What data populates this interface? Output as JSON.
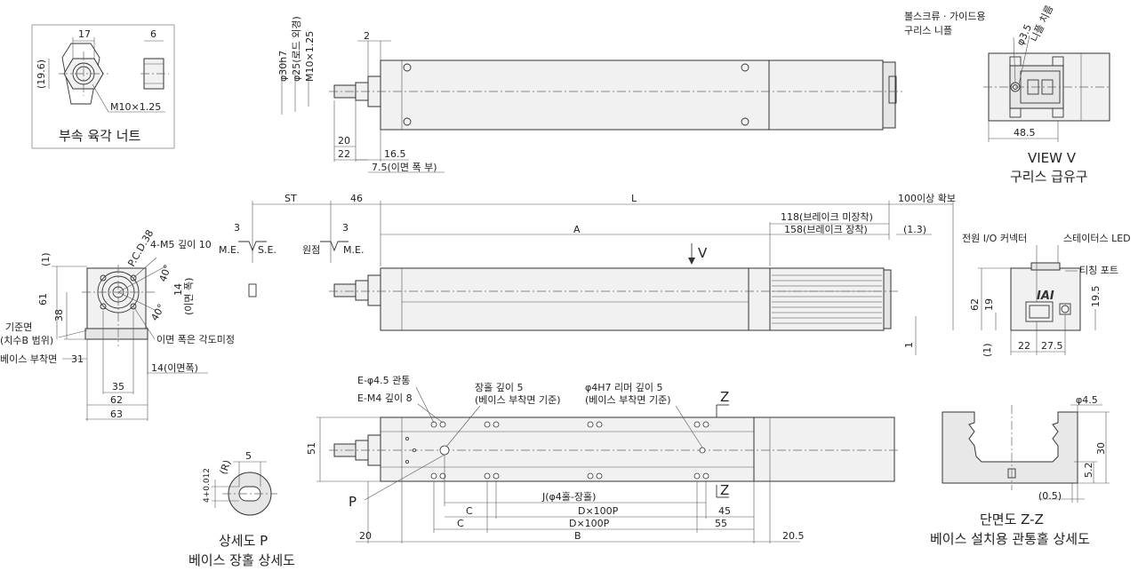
{
  "captions": {
    "nut": "부속 육각 너트",
    "view_v_title": "VIEW V",
    "view_v_sub": "구리스 급유구",
    "detail_p_title": "상세도 P",
    "detail_p_sub": "베이스 장홀 상세도",
    "section_title": "단면도 Z-Z",
    "section_sub": "베이스 설치용 관통홀 상세도"
  },
  "nut": {
    "d17": "17",
    "d6": "6",
    "d19_6": "(19.6)",
    "thread": "M10×1.25"
  },
  "top_view": {
    "phi30": "φ30h7",
    "phi25": "φ25(로드 외경)",
    "m10": "M10×1.25",
    "d2": "2",
    "d20": "20",
    "d22": "22",
    "d16_5": "16.5",
    "d7_5": "7.5(이면 폭 부)"
  },
  "view_v": {
    "grease_label_1": "볼스크류 · 가이드용",
    "grease_label_2": "구리스 니플",
    "nipple": "φ3.5",
    "nipple_note": "니플 치름",
    "d48_5": "48.5"
  },
  "side_view": {
    "st": "ST",
    "d46": "46",
    "l": "L",
    "clearance": "100이상 확보",
    "a": "A",
    "brake_none": "118(브레이크 미장착)",
    "brake_with": "158(브레이크 장착)",
    "d1_3": "(1.3)",
    "d3a": "3",
    "d3b": "3",
    "me": "M.E.",
    "se": "S.E.",
    "origin": "원점",
    "me2": "M.E.",
    "view_arrow": "V",
    "d1": "1"
  },
  "end_view": {
    "pcd": "P.C.D.38",
    "m5": "4-M5 깊이 10",
    "deg40a": "40°",
    "deg40b": "40°",
    "d14": "14",
    "back_face": "(이면 폭)",
    "d1": "(1)",
    "d61": "61",
    "d38": "38",
    "ref_face_1": "기준면",
    "ref_face_2": "(치수B 범위)",
    "base_mount": "베이스 부착면",
    "d31": "31",
    "back_note": "이면 폭은 각도미정",
    "d14b": "14(이면폭)",
    "d35": "35",
    "d62": "62",
    "d63": "63"
  },
  "motor_end": {
    "power": "전원 I/O 커넥터",
    "status": "스테이터스 LED",
    "teach": "티칭 포트",
    "logo": "IAI",
    "d62": "62",
    "d19": "19",
    "d19_5": "19.5",
    "d1": "(1)",
    "d22": "22",
    "d27_5": "27.5"
  },
  "bottom_view": {
    "e_phi": "E-φ4.5 관통",
    "e_m4": "E-M4 깊이 8",
    "slot_1": "장홀 깊이 5",
    "slot_2": "(베이스 부착면 기준)",
    "ream_1": "φ4H7 리머 깊이 5",
    "ream_2": "(베이스 부착면 기준)",
    "z_top": "Z",
    "z_bot": "Z",
    "d51": "51",
    "p": "P",
    "j": "J(φ4홀-장홀)",
    "c1": "C",
    "c2": "C",
    "dx1": "D×100P",
    "dx2": "D×100P",
    "d45": "45",
    "d55": "55",
    "d20": "20",
    "b": "B",
    "d20_5": "20.5"
  },
  "detail_p": {
    "d5": "5",
    "r": "(R)",
    "tol": "4+0.012"
  },
  "section": {
    "phi4_5": "φ4.5",
    "d30": "30",
    "d5_2": "5.2",
    "d0_5": "(0.5)"
  }
}
